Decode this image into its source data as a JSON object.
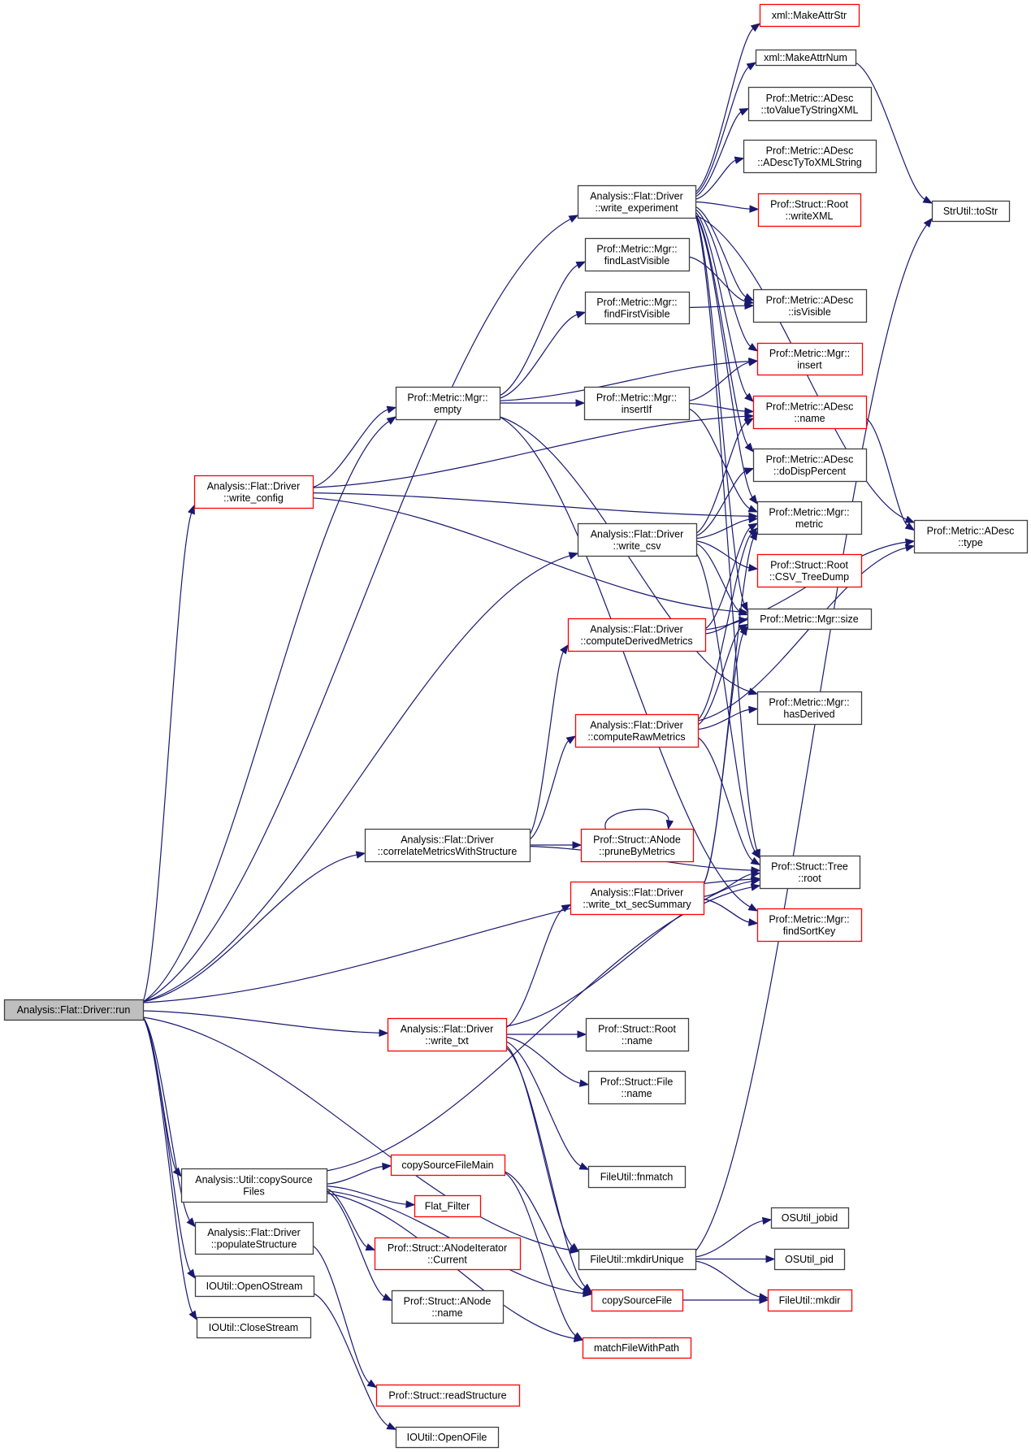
{
  "diagram": {
    "type": "call-graph",
    "colors": {
      "edge": "#191970",
      "border_documented": "#404040",
      "border_undocumented": "#ff0000",
      "root_fill": "#bfbfbf",
      "fill": "#ffffff"
    },
    "nodes": [
      {
        "id": "run",
        "lines": [
          "Analysis::Flat::Driver::run"
        ],
        "style": "root"
      },
      {
        "id": "write_experiment",
        "lines": [
          "Analysis::Flat::Driver",
          "::write_experiment"
        ],
        "style": "black"
      },
      {
        "id": "MakeAttrStr",
        "lines": [
          "xml::MakeAttrStr"
        ],
        "style": "red"
      },
      {
        "id": "MakeAttrNum",
        "lines": [
          "xml::MakeAttrNum"
        ],
        "style": "black"
      },
      {
        "id": "toValueTyStringXML",
        "lines": [
          "Prof::Metric::ADesc",
          "::toValueTyStringXML"
        ],
        "style": "black"
      },
      {
        "id": "ADescTyToXMLString",
        "lines": [
          "Prof::Metric::ADesc",
          "::ADescTyToXMLString"
        ],
        "style": "black"
      },
      {
        "id": "writeXML",
        "lines": [
          "Prof::Struct::Root",
          "::writeXML"
        ],
        "style": "red"
      },
      {
        "id": "toStr",
        "lines": [
          "StrUtil::toStr"
        ],
        "style": "black"
      },
      {
        "id": "findLastVisible",
        "lines": [
          "Prof::Metric::Mgr::",
          "findLastVisible"
        ],
        "style": "black"
      },
      {
        "id": "findFirstVisible",
        "lines": [
          "Prof::Metric::Mgr::",
          "findFirstVisible"
        ],
        "style": "black"
      },
      {
        "id": "isVisible",
        "lines": [
          "Prof::Metric::ADesc",
          "::isVisible"
        ],
        "style": "black"
      },
      {
        "id": "empty",
        "lines": [
          "Prof::Metric::Mgr::",
          "empty"
        ],
        "style": "black"
      },
      {
        "id": "insert",
        "lines": [
          "Prof::Metric::Mgr::",
          "insert"
        ],
        "style": "red"
      },
      {
        "id": "insertIf",
        "lines": [
          "Prof::Metric::Mgr::",
          "insertIf"
        ],
        "style": "black"
      },
      {
        "id": "adesc_name",
        "lines": [
          "Prof::Metric::ADesc",
          "::name"
        ],
        "style": "red"
      },
      {
        "id": "doDispPercent",
        "lines": [
          "Prof::Metric::ADesc",
          "::doDispPercent"
        ],
        "style": "black"
      },
      {
        "id": "write_config",
        "lines": [
          "Analysis::Flat::Driver",
          "::write_config"
        ],
        "style": "red"
      },
      {
        "id": "metric",
        "lines": [
          "Prof::Metric::Mgr::",
          "metric"
        ],
        "style": "black"
      },
      {
        "id": "type",
        "lines": [
          "Prof::Metric::ADesc",
          "::type"
        ],
        "style": "black"
      },
      {
        "id": "write_csv",
        "lines": [
          "Analysis::Flat::Driver",
          "::write_csv"
        ],
        "style": "black"
      },
      {
        "id": "CSV_TreeDump",
        "lines": [
          "Prof::Struct::Root",
          "::CSV_TreeDump"
        ],
        "style": "red"
      },
      {
        "id": "computeDerivedMetrics",
        "lines": [
          "Analysis::Flat::Driver",
          "::computeDerivedMetrics"
        ],
        "style": "red"
      },
      {
        "id": "size",
        "lines": [
          "Prof::Metric::Mgr::size"
        ],
        "style": "black"
      },
      {
        "id": "hasDerived",
        "lines": [
          "Prof::Metric::Mgr::",
          "hasDerived"
        ],
        "style": "black"
      },
      {
        "id": "computeRawMetrics",
        "lines": [
          "Analysis::Flat::Driver",
          "::computeRawMetrics"
        ],
        "style": "red"
      },
      {
        "id": "correlate",
        "lines": [
          "Analysis::Flat::Driver",
          "::correlateMetricsWithStructure"
        ],
        "style": "black"
      },
      {
        "id": "pruneByMetrics",
        "lines": [
          "Prof::Struct::ANode",
          "::pruneByMetrics"
        ],
        "style": "red"
      },
      {
        "id": "tree_root",
        "lines": [
          "Prof::Struct::Tree",
          "::root"
        ],
        "style": "black"
      },
      {
        "id": "write_txt_secSummary",
        "lines": [
          "Analysis::Flat::Driver",
          "::write_txt_secSummary"
        ],
        "style": "red"
      },
      {
        "id": "findSortKey",
        "lines": [
          "Prof::Metric::Mgr::",
          "findSortKey"
        ],
        "style": "red"
      },
      {
        "id": "write_txt",
        "lines": [
          "Analysis::Flat::Driver",
          "::write_txt"
        ],
        "style": "red"
      },
      {
        "id": "root_name",
        "lines": [
          "Prof::Struct::Root",
          "::name"
        ],
        "style": "black"
      },
      {
        "id": "file_name",
        "lines": [
          "Prof::Struct::File",
          "::name"
        ],
        "style": "black"
      },
      {
        "id": "fnmatch",
        "lines": [
          "FileUtil::fnmatch"
        ],
        "style": "black"
      },
      {
        "id": "copySourceFiles",
        "lines": [
          "Analysis::Util::copySource",
          "Files"
        ],
        "style": "black"
      },
      {
        "id": "copySourceFileMain",
        "lines": [
          "copySourceFileMain"
        ],
        "style": "red"
      },
      {
        "id": "Flat_Filter",
        "lines": [
          "Flat_Filter"
        ],
        "style": "red"
      },
      {
        "id": "OSUtil_jobid",
        "lines": [
          "OSUtil_jobid"
        ],
        "style": "black"
      },
      {
        "id": "populateStructure",
        "lines": [
          "Analysis::Flat::Driver",
          "::populateStructure"
        ],
        "style": "black"
      },
      {
        "id": "ANodeIterator_Current",
        "lines": [
          "Prof::Struct::ANodeIterator",
          "::Current"
        ],
        "style": "red"
      },
      {
        "id": "mkdirUnique",
        "lines": [
          "FileUtil::mkdirUnique"
        ],
        "style": "black"
      },
      {
        "id": "OSUtil_pid",
        "lines": [
          "OSUtil_pid"
        ],
        "style": "black"
      },
      {
        "id": "OpenOStream",
        "lines": [
          "IOUtil::OpenOStream"
        ],
        "style": "black"
      },
      {
        "id": "anode_name",
        "lines": [
          "Prof::Struct::ANode",
          "::name"
        ],
        "style": "black"
      },
      {
        "id": "copySourceFile",
        "lines": [
          "copySourceFile"
        ],
        "style": "red"
      },
      {
        "id": "mkdir",
        "lines": [
          "FileUtil::mkdir"
        ],
        "style": "red"
      },
      {
        "id": "CloseStream",
        "lines": [
          "IOUtil::CloseStream"
        ],
        "style": "black"
      },
      {
        "id": "matchFileWithPath",
        "lines": [
          "matchFileWithPath"
        ],
        "style": "red"
      },
      {
        "id": "readStructure",
        "lines": [
          "Prof::Struct::readStructure"
        ],
        "style": "red"
      },
      {
        "id": "OpenOFile",
        "lines": [
          "IOUtil::OpenOFile"
        ],
        "style": "black"
      }
    ],
    "edges": [
      [
        "run",
        "write_experiment"
      ],
      [
        "run",
        "empty"
      ],
      [
        "run",
        "write_config"
      ],
      [
        "run",
        "write_csv"
      ],
      [
        "run",
        "correlate"
      ],
      [
        "run",
        "tree_root"
      ],
      [
        "run",
        "write_txt"
      ],
      [
        "run",
        "mkdirUnique"
      ],
      [
        "run",
        "copySourceFiles"
      ],
      [
        "run",
        "populateStructure"
      ],
      [
        "run",
        "OpenOStream"
      ],
      [
        "run",
        "CloseStream"
      ],
      [
        "write_experiment",
        "MakeAttrStr"
      ],
      [
        "write_experiment",
        "MakeAttrNum"
      ],
      [
        "write_experiment",
        "toValueTyStringXML"
      ],
      [
        "write_experiment",
        "ADescTyToXMLString"
      ],
      [
        "write_experiment",
        "writeXML"
      ],
      [
        "write_experiment",
        "isVisible"
      ],
      [
        "write_experiment",
        "adesc_name"
      ],
      [
        "write_experiment",
        "doDispPercent"
      ],
      [
        "write_experiment",
        "metric"
      ],
      [
        "write_experiment",
        "size"
      ],
      [
        "write_experiment",
        "tree_root"
      ],
      [
        "write_experiment",
        "type"
      ],
      [
        "write_experiment",
        "insert"
      ],
      [
        "MakeAttrNum",
        "toStr"
      ],
      [
        "findLastVisible",
        "isVisible"
      ],
      [
        "findFirstVisible",
        "isVisible"
      ],
      [
        "empty",
        "findLastVisible"
      ],
      [
        "empty",
        "findFirstVisible"
      ],
      [
        "empty",
        "insert"
      ],
      [
        "empty",
        "insertIf"
      ],
      [
        "empty",
        "hasDerived"
      ],
      [
        "empty",
        "findSortKey"
      ],
      [
        "insertIf",
        "insert"
      ],
      [
        "insertIf",
        "adesc_name"
      ],
      [
        "insertIf",
        "metric"
      ],
      [
        "adesc_name",
        "type"
      ],
      [
        "write_config",
        "empty"
      ],
      [
        "write_config",
        "adesc_name"
      ],
      [
        "write_config",
        "metric"
      ],
      [
        "write_config",
        "size"
      ],
      [
        "write_csv",
        "adesc_name"
      ],
      [
        "write_csv",
        "doDispPercent"
      ],
      [
        "write_csv",
        "metric"
      ],
      [
        "write_csv",
        "CSV_TreeDump"
      ],
      [
        "write_csv",
        "size"
      ],
      [
        "write_csv",
        "tree_root"
      ],
      [
        "computeDerivedMetrics",
        "metric"
      ],
      [
        "computeDerivedMetrics",
        "size"
      ],
      [
        "computeDerivedMetrics",
        "type"
      ],
      [
        "computeRawMetrics",
        "metric"
      ],
      [
        "computeRawMetrics",
        "size"
      ],
      [
        "computeRawMetrics",
        "hasDerived"
      ],
      [
        "computeRawMetrics",
        "type"
      ],
      [
        "computeRawMetrics",
        "tree_root"
      ],
      [
        "correlate",
        "computeDerivedMetrics"
      ],
      [
        "correlate",
        "computeRawMetrics"
      ],
      [
        "correlate",
        "pruneByMetrics"
      ],
      [
        "correlate",
        "tree_root"
      ],
      [
        "pruneByMetrics",
        "pruneByMetrics"
      ],
      [
        "write_txt_secSummary",
        "tree_root"
      ],
      [
        "write_txt_secSummary",
        "findSortKey"
      ],
      [
        "write_txt_secSummary",
        "metric"
      ],
      [
        "write_txt_secSummary",
        "size"
      ],
      [
        "write_txt",
        "write_txt_secSummary"
      ],
      [
        "write_txt",
        "root_name"
      ],
      [
        "write_txt",
        "file_name"
      ],
      [
        "write_txt",
        "fnmatch"
      ],
      [
        "write_txt",
        "tree_root"
      ],
      [
        "write_txt",
        "mkdirUnique"
      ],
      [
        "write_txt",
        "copySourceFile"
      ],
      [
        "copySourceFiles",
        "copySourceFileMain"
      ],
      [
        "copySourceFiles",
        "Flat_Filter"
      ],
      [
        "copySourceFiles",
        "ANodeIterator_Current"
      ],
      [
        "copySourceFiles",
        "anode_name"
      ],
      [
        "copySourceFiles",
        "matchFileWithPath"
      ],
      [
        "copySourceFiles",
        "tree_root"
      ],
      [
        "copySourceFiles",
        "copySourceFile"
      ],
      [
        "copySourceFileMain",
        "copySourceFile"
      ],
      [
        "copySourceFileMain",
        "matchFileWithPath"
      ],
      [
        "populateStructure",
        "readStructure"
      ],
      [
        "mkdirUnique",
        "OSUtil_jobid"
      ],
      [
        "mkdirUnique",
        "OSUtil_pid"
      ],
      [
        "mkdirUnique",
        "mkdir"
      ],
      [
        "mkdirUnique",
        "toStr"
      ],
      [
        "copySourceFile",
        "mkdir"
      ],
      [
        "OpenOStream",
        "OpenOFile"
      ],
      [
        "write_txt_secSummary",
        "findSortKey"
      ]
    ]
  }
}
